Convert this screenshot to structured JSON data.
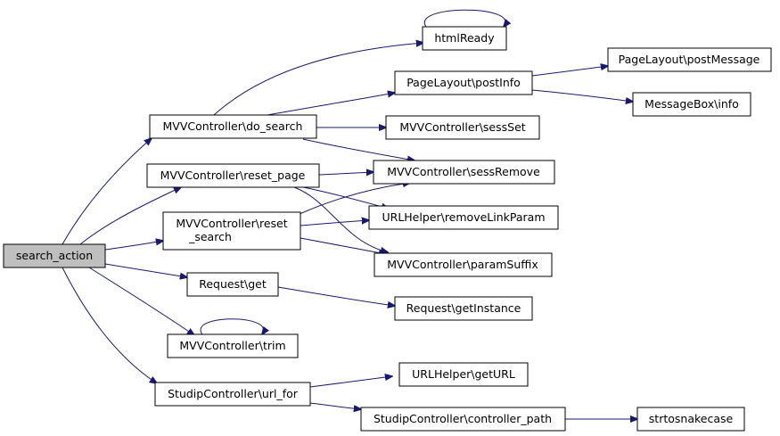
{
  "diagram": {
    "nodes": [
      {
        "id": "search_action",
        "lines": [
          "search_action"
        ],
        "root": true
      },
      {
        "id": "do_search",
        "lines": [
          "MVVController\\do_search"
        ]
      },
      {
        "id": "reset_page",
        "lines": [
          "MVVController\\reset_page"
        ]
      },
      {
        "id": "reset_search",
        "lines": [
          "MVVController\\reset",
          "_search"
        ]
      },
      {
        "id": "request_get",
        "lines": [
          "Request\\get"
        ]
      },
      {
        "id": "trim",
        "lines": [
          "MVVController\\trim"
        ]
      },
      {
        "id": "url_for",
        "lines": [
          "StudipController\\url_for"
        ]
      },
      {
        "id": "htmlReady",
        "lines": [
          "htmlReady"
        ]
      },
      {
        "id": "postInfo",
        "lines": [
          "PageLayout\\postInfo"
        ]
      },
      {
        "id": "sessSet",
        "lines": [
          "MVVController\\sessSet"
        ]
      },
      {
        "id": "sessRemove",
        "lines": [
          "MVVController\\sessRemove"
        ]
      },
      {
        "id": "removeLinkParam",
        "lines": [
          "URLHelper\\removeLinkParam"
        ]
      },
      {
        "id": "paramSuffix",
        "lines": [
          "MVVController\\paramSuffix"
        ]
      },
      {
        "id": "getInstance",
        "lines": [
          "Request\\getInstance"
        ]
      },
      {
        "id": "getURL",
        "lines": [
          "URLHelper\\getURL"
        ]
      },
      {
        "id": "controller_path",
        "lines": [
          "StudipController\\controller_path"
        ]
      },
      {
        "id": "postMessage",
        "lines": [
          "PageLayout\\postMessage"
        ]
      },
      {
        "id": "messagebox_info",
        "lines": [
          "MessageBox\\info"
        ]
      },
      {
        "id": "strtosnakecase",
        "lines": [
          "strtosnakecase"
        ]
      }
    ],
    "edges": [
      {
        "from": "search_action",
        "to": "do_search"
      },
      {
        "from": "search_action",
        "to": "reset_page"
      },
      {
        "from": "search_action",
        "to": "reset_search"
      },
      {
        "from": "search_action",
        "to": "request_get"
      },
      {
        "from": "search_action",
        "to": "trim"
      },
      {
        "from": "search_action",
        "to": "url_for"
      },
      {
        "from": "do_search",
        "to": "htmlReady"
      },
      {
        "from": "do_search",
        "to": "postInfo"
      },
      {
        "from": "do_search",
        "to": "sessSet"
      },
      {
        "from": "do_search",
        "to": "sessRemove"
      },
      {
        "from": "reset_page",
        "to": "sessRemove"
      },
      {
        "from": "reset_page",
        "to": "removeLinkParam"
      },
      {
        "from": "reset_page",
        "to": "paramSuffix"
      },
      {
        "from": "reset_search",
        "to": "sessRemove"
      },
      {
        "from": "reset_search",
        "to": "removeLinkParam"
      },
      {
        "from": "reset_search",
        "to": "paramSuffix"
      },
      {
        "from": "request_get",
        "to": "getInstance"
      },
      {
        "from": "trim",
        "to": "trim"
      },
      {
        "from": "url_for",
        "to": "getURL"
      },
      {
        "from": "url_for",
        "to": "controller_path"
      },
      {
        "from": "htmlReady",
        "to": "htmlReady"
      },
      {
        "from": "postInfo",
        "to": "postMessage"
      },
      {
        "from": "postInfo",
        "to": "messagebox_info"
      },
      {
        "from": "controller_path",
        "to": "strtosnakecase"
      }
    ]
  },
  "colors": {
    "edge": "#191970",
    "root_fill": "#bfbfbf",
    "node_fill": "#ffffff"
  }
}
